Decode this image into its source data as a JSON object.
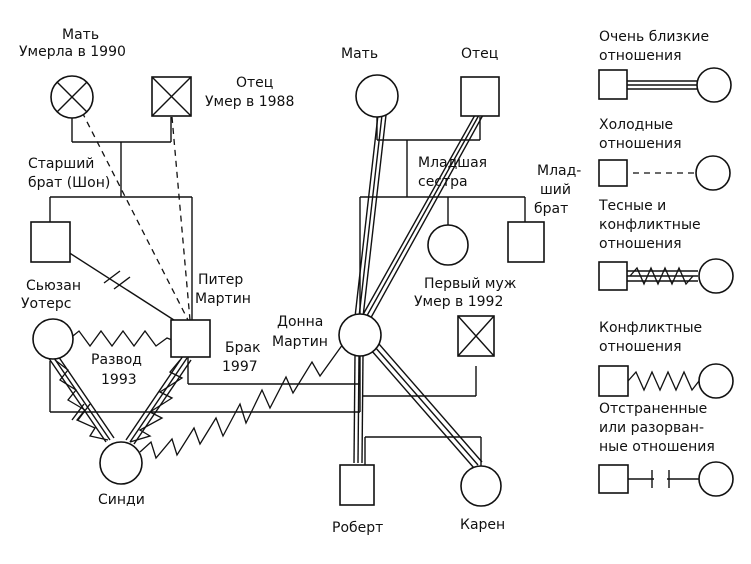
{
  "people": {
    "mother_left": {
      "name": "Мать",
      "note": "Умерла в 1990"
    },
    "father_left": {
      "name": "Отец",
      "note": "Умер в 1988"
    },
    "older_brother": {
      "line1": "Старший",
      "line2": "брат (Шон)"
    },
    "susan": {
      "line1": "Сьюзан",
      "line2": "Уотерс"
    },
    "peter": {
      "line1": "Питер",
      "line2": "Мартин"
    },
    "divorce": {
      "line1": "Развод",
      "line2": "1993"
    },
    "cindy": {
      "name": "Синди"
    },
    "marriage": {
      "line1": "Брак",
      "line2": "1997"
    },
    "donna": {
      "line1": "Донна",
      "line2": "Мартин"
    },
    "mother_right": {
      "name": "Мать"
    },
    "father_right": {
      "name": "Отец"
    },
    "younger_sister": {
      "line1": "Младшая",
      "line2": "сестра"
    },
    "younger_brother": {
      "line1": "Млад-",
      "line2": "ший",
      "line3": "брат"
    },
    "first_husband": {
      "line1": "Первый муж",
      "line2": "Умер в 1992"
    },
    "robert": {
      "name": "Роберт"
    },
    "karen": {
      "name": "Карен"
    }
  },
  "legend": [
    {
      "line1": "Очень близкие",
      "line2": "отношения",
      "style": "triple-line"
    },
    {
      "line1": "Холодные",
      "line2": "отношения",
      "style": "dashed"
    },
    {
      "line1": "Тесные и",
      "line2": "конфликтные",
      "line3": "отношения",
      "style": "triple-zigzag"
    },
    {
      "line1": "Конфликтные",
      "line2": "отношения",
      "style": "zigzag"
    },
    {
      "line1": "Отстраненные",
      "line2": "или разорван-",
      "line3": "ные отношения",
      "style": "broken"
    }
  ],
  "colors": {
    "ink": "#111111",
    "background": "#ffffff"
  }
}
